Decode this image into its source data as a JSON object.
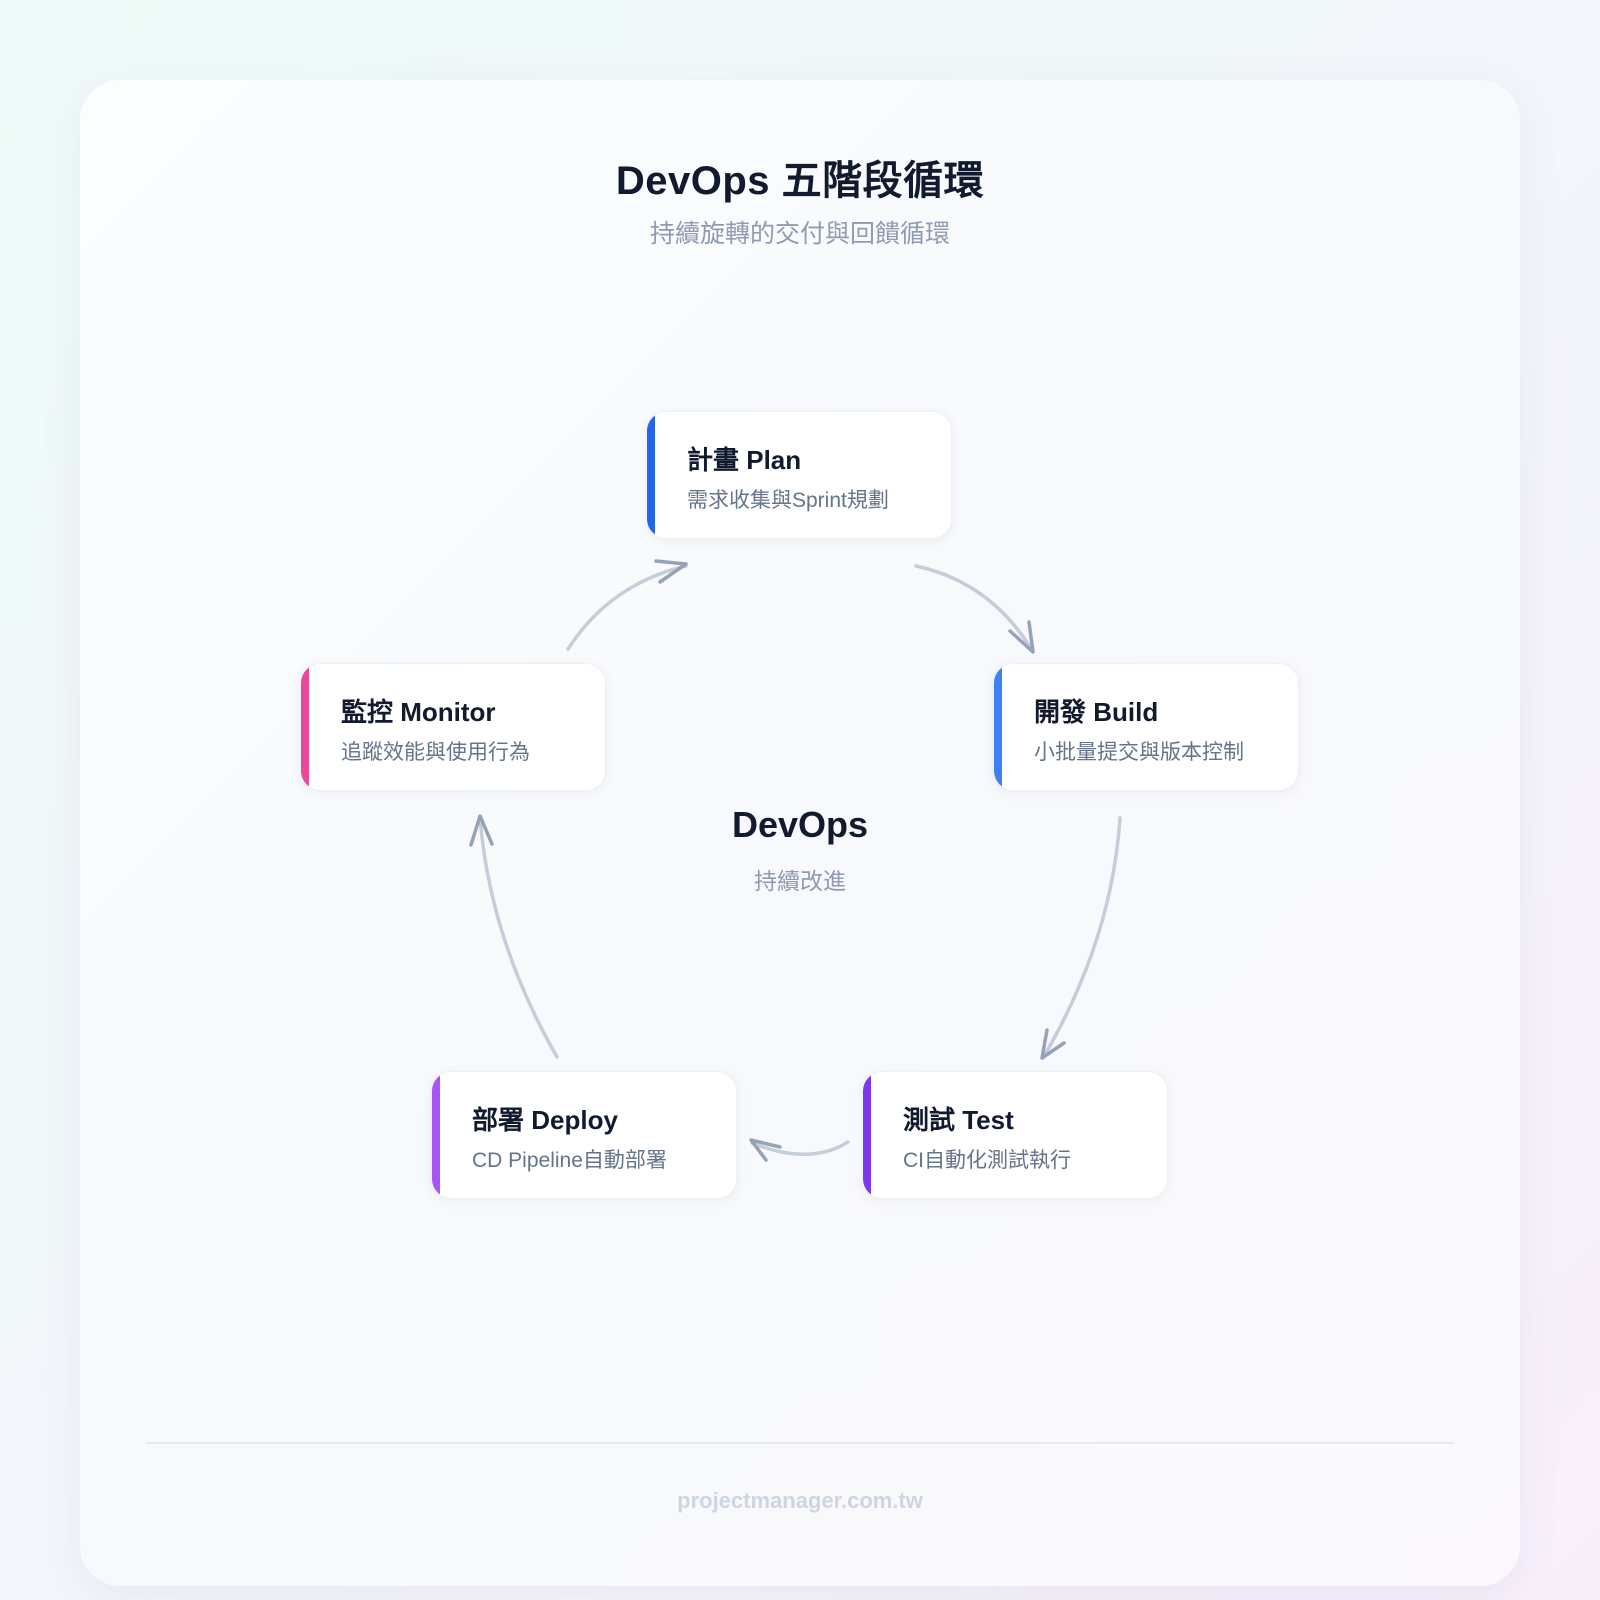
{
  "header": {
    "title": "DevOps 五階段循環",
    "subtitle": "持續旋轉的交付與回饋循環"
  },
  "center": {
    "title": "DevOps",
    "subtitle": "持續改進"
  },
  "stages": [
    {
      "title": "計畫 Plan",
      "desc": "需求收集與Sprint規劃",
      "accent": "#2563eb"
    },
    {
      "title": "開發 Build",
      "desc": "小批量提交與版本控制",
      "accent": "#3b82f6"
    },
    {
      "title": "測試 Test",
      "desc": "CI自動化測試執行",
      "accent": "#7c3aed"
    },
    {
      "title": "部署 Deploy",
      "desc": "CD Pipeline自動部署",
      "accent": "#a855f7"
    },
    {
      "title": "監控 Monitor",
      "desc": "追蹤效能與使用行為",
      "accent": "#ec4899"
    }
  ],
  "arrows": {
    "line_color": "#c5cdd9",
    "head_color": "#94a3b8"
  },
  "footer": {
    "text": "projectmanager.com.tw"
  }
}
